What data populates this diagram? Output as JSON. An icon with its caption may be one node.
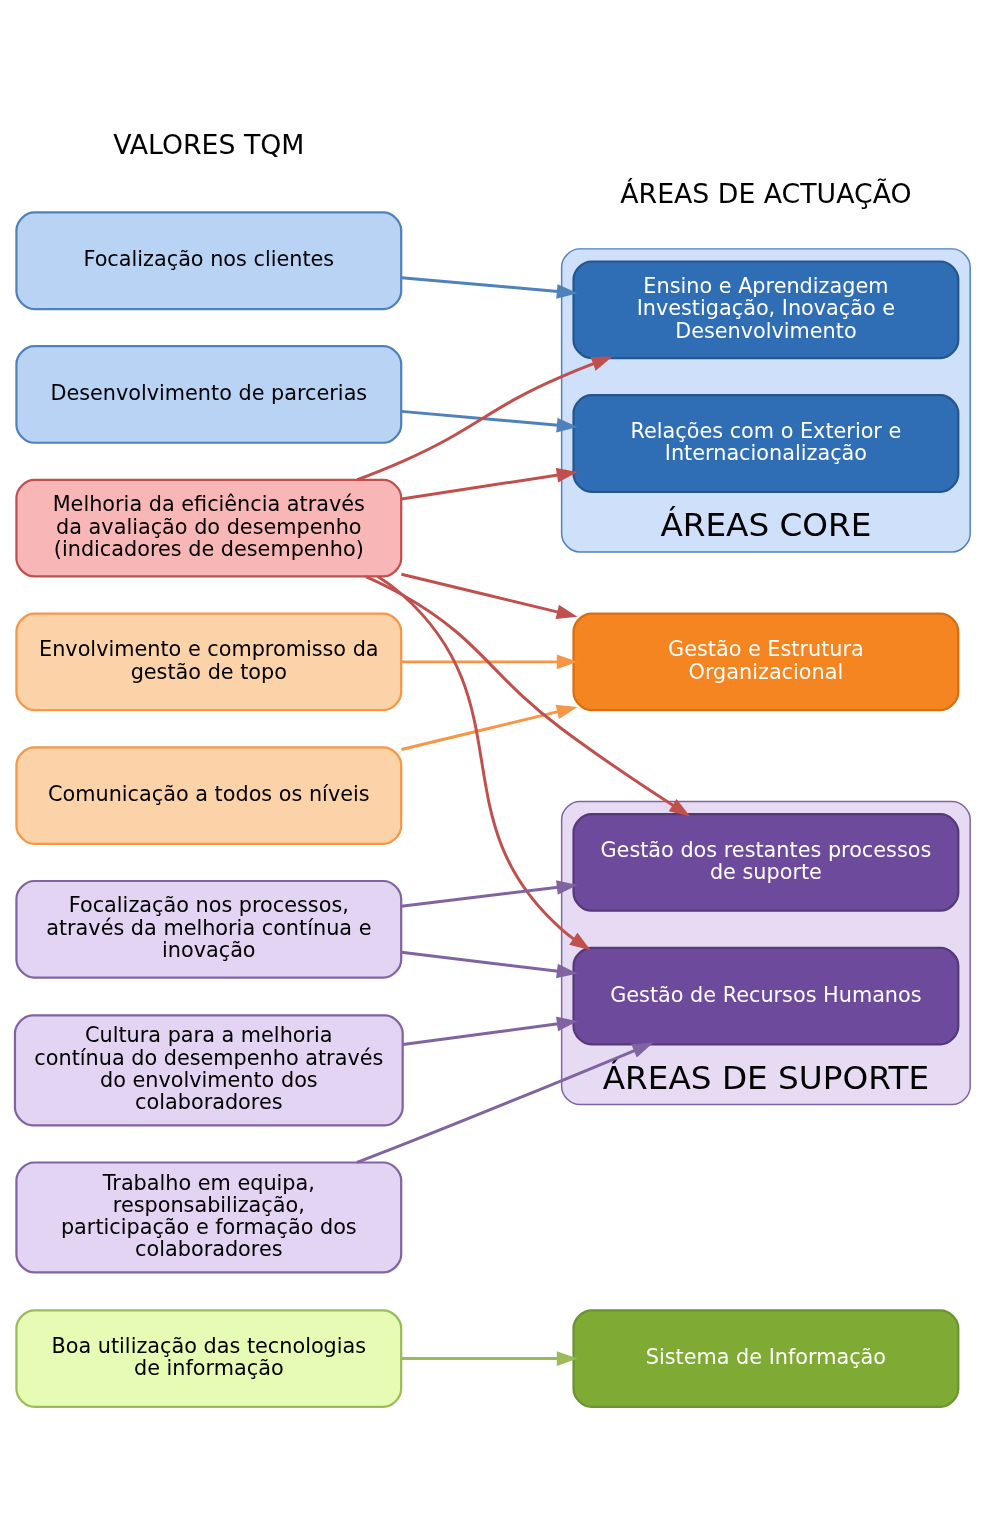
{
  "diagram": {
    "nodes": [
      {
        "text": [
          "Boa utilização das tecnologias de informação"
        ]
      },
      {
        "text": [
          "Focalização nos clientes"
        ]
      },
      {
        "text": [
          "Desenvolvimento de parcerias"
        ]
      },
      {
        "text": [
          "Envolvimento e compromisso da gestão de topo"
        ]
      },
      {
        "text": [
          "Comunicação a todos os níveis"
        ]
      },
      {
        "text": [
          "Melhoria da eficiência através da avaliação do desempenho (indicadores de desempenho)"
        ]
      },
      {
        "text": [
          "Cultura para a melhoria contínua do desempenho através do envolvimento dos colaboradores"
        ]
      },
      {
        "text": [
          "Trabalho em equipa, responsabilização, participação e formação dos colaboradores"
        ]
      },
      {
        "text": [
          "Focalização nos processos, através da melhoria contínua e inovação"
        ]
      },
      {
        "text": [
          "Sistema de Informação"
        ]
      },
      {
        "text": [
          "ÁREAS CORE"
        ]
      },
      {
        "text": [
          "Ensino e Aprendizagem Investigação, Inovação e Desenvolvimento"
        ],
        "in": 10
      },
      {
        "text": [
          "Relações com o Exterior e Internacionalização"
        ],
        "in": 10
      },
      {
        "text": [
          "Gestão e Estrutura Organizacional"
        ]
      },
      {
        "text": [
          "ÁREAS DE SUPORTE"
        ]
      },
      {
        "text": [
          "Gestão de Recursos Humanos"
        ],
        "in": 14
      },
      {
        "text": [
          "Gestão dos restantes processos de suporte"
        ],
        "in": 14
      }
    ],
    "edges": [
      {
        "from": 0,
        "to": 9,
        "arrow": "to",
        "color": "#9bbb59"
      },
      {
        "from": 1,
        "to": 11,
        "arrow": "to",
        "color": "#4f81bd"
      },
      {
        "from": 2,
        "to": 12,
        "arrow": "to",
        "color": "#4f81bd"
      },
      {
        "from": 3,
        "to": 13,
        "arrow": "to",
        "color": "#f79646"
      },
      {
        "from": 4,
        "to": 13,
        "arrow": "to",
        "color": "#f79646"
      },
      {
        "from": 5,
        "to": 11,
        "arrow": "to"
      },
      {
        "from": 5,
        "to": 12,
        "arrow": "to"
      },
      {
        "from": 5,
        "to": 13,
        "arrow": "to"
      },
      {
        "from": 5,
        "to": 15,
        "arrow": "to"
      },
      {
        "from": 5,
        "to": 16,
        "arrow": "to"
      },
      {
        "from": 6,
        "to": 15,
        "arrow": "to",
        "color": "#8064a2"
      },
      {
        "from": 7,
        "to": 15,
        "arrow": "to",
        "color": "#8064a2"
      },
      {
        "from": 8,
        "to": 15,
        "arrow": "to",
        "color": "#8064a2"
      },
      {
        "from": 8,
        "to": 16,
        "arrow": "to",
        "color": "#8064a2"
      }
    ],
    "labels": [
      "VALORES TQM",
      "ÁREAS DE ACTUAÇÃO"
    ]
  }
}
